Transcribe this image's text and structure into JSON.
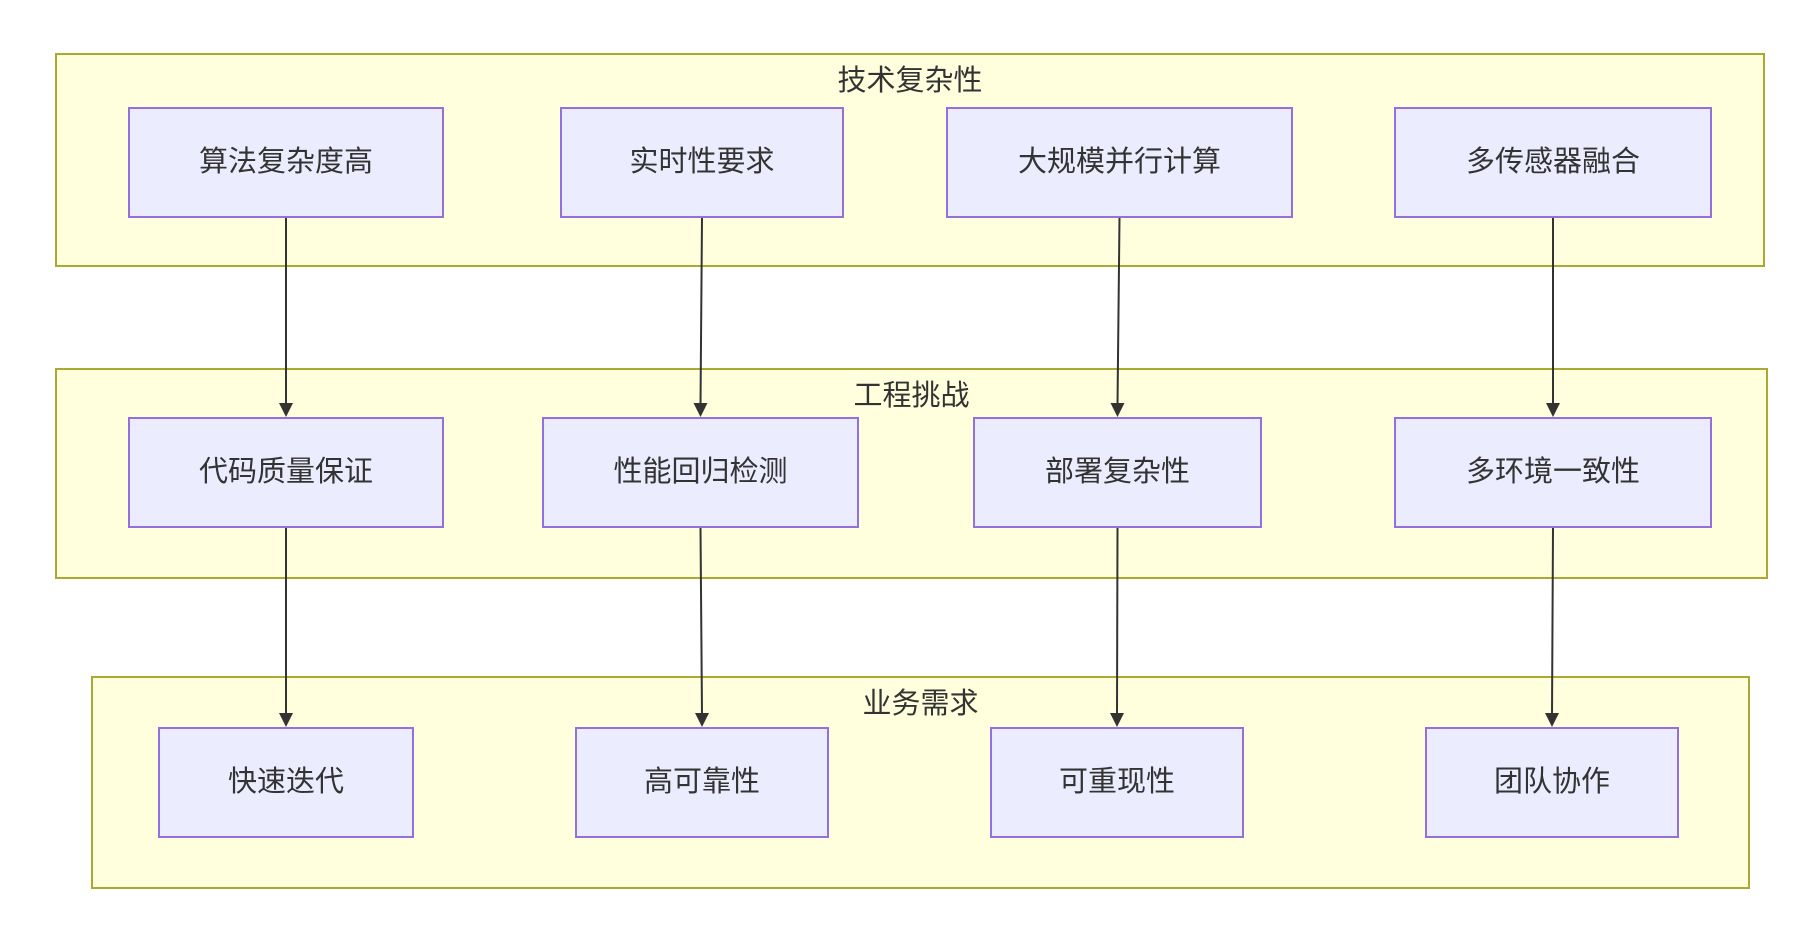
{
  "diagram": {
    "type": "flowchart",
    "direction": "top-down",
    "colors": {
      "background": "#ffffff",
      "group_fill": "#ffffde",
      "group_border": "#aaaa33",
      "node_fill": "#ececff",
      "node_border": "#9370db",
      "edge_color": "#333333",
      "text_color": "#333333"
    },
    "groups": [
      {
        "id": "tech",
        "title": "技术复杂性",
        "nodes": [
          {
            "id": "t1",
            "label": "算法复杂度高"
          },
          {
            "id": "t2",
            "label": "实时性要求"
          },
          {
            "id": "t3",
            "label": "大规模并行计算"
          },
          {
            "id": "t4",
            "label": "多传感器融合"
          }
        ]
      },
      {
        "id": "eng",
        "title": "工程挑战",
        "nodes": [
          {
            "id": "e1",
            "label": "代码质量保证"
          },
          {
            "id": "e2",
            "label": "性能回归检测"
          },
          {
            "id": "e3",
            "label": "部署复杂性"
          },
          {
            "id": "e4",
            "label": "多环境一致性"
          }
        ]
      },
      {
        "id": "biz",
        "title": "业务需求",
        "nodes": [
          {
            "id": "b1",
            "label": "快速迭代"
          },
          {
            "id": "b2",
            "label": "高可靠性"
          },
          {
            "id": "b3",
            "label": "可重现性"
          },
          {
            "id": "b4",
            "label": "团队协作"
          }
        ]
      }
    ],
    "edges": [
      {
        "from": "t1",
        "to": "e1"
      },
      {
        "from": "t2",
        "to": "e2"
      },
      {
        "from": "t3",
        "to": "e3"
      },
      {
        "from": "t4",
        "to": "e4"
      },
      {
        "from": "e1",
        "to": "b1"
      },
      {
        "from": "e2",
        "to": "b2"
      },
      {
        "from": "e3",
        "to": "b3"
      },
      {
        "from": "e4",
        "to": "b4"
      }
    ]
  }
}
